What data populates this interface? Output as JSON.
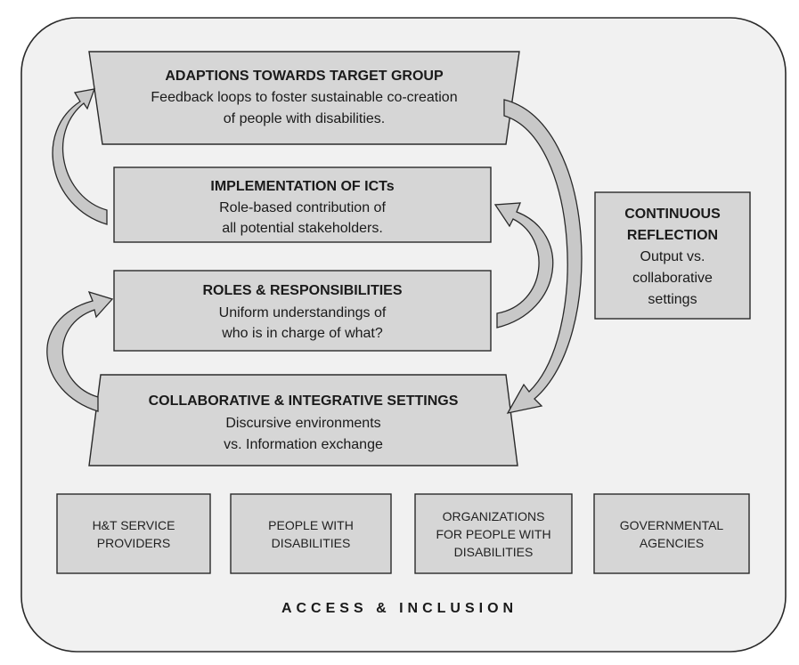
{
  "layers": {
    "adaptions": {
      "title": "ADAPTIONS TOWARDS TARGET GROUP",
      "line1": "Feedback loops to foster sustainable co-creation",
      "line2": "of people with disabilities."
    },
    "implementation": {
      "title": "IMPLEMENTATION OF ICTs",
      "line1": "Role-based contribution of",
      "line2": "all potential stakeholders."
    },
    "roles": {
      "title": "ROLES & RESPONSIBILITIES",
      "line1": "Uniform understandings of",
      "line2": "who is in charge of what?"
    },
    "collaborative": {
      "title": "COLLABORATIVE & INTEGRATIVE SETTINGS",
      "line1": "Discursive environments",
      "line2": "vs. Information exchange"
    }
  },
  "reflection": {
    "title1": "CONTINUOUS",
    "title2": "REFLECTION",
    "line1": "Output vs.",
    "line2": "collaborative",
    "line3": "settings"
  },
  "stakeholders": [
    {
      "line1": "H&T SERVICE",
      "line2": "PROVIDERS"
    },
    {
      "line1": "PEOPLE WITH",
      "line2": "DISABILITIES"
    },
    {
      "line1": "ORGANIZATIONS",
      "line2": "FOR PEOPLE WITH",
      "line3": "DISABILITIES"
    },
    {
      "line1": "GOVERNMENTAL",
      "line2": "AGENCIES"
    }
  ],
  "footer": "ACCESS & INCLUSION",
  "colors": {
    "frame_fill": "#f1f1f1",
    "box_fill": "#d6d6d6",
    "arrow_fill": "#c8c8c8",
    "stroke": "#2a2a2a"
  }
}
